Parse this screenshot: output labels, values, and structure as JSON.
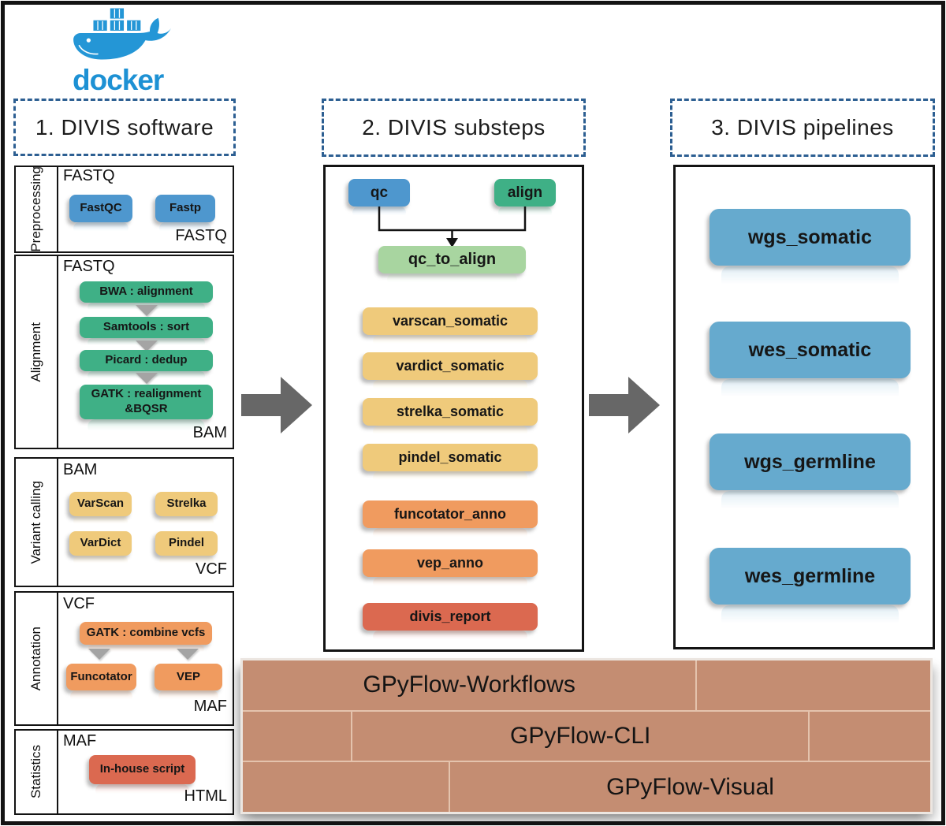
{
  "palette": {
    "docker_blue": "#2496D6",
    "dashed_border_blue": "#2D5F92",
    "tool_blue": "#4E97CE",
    "tool_green": "#3FB086",
    "tool_light_green": "#A8D5A0",
    "tool_yellow": "#EFCA7B",
    "tool_orange": "#F09B5F",
    "tool_red": "#DB6950",
    "pipeline_blue": "#66AACE",
    "gpyflow_brown": "#C48D72",
    "arrow_gray": "#676767"
  },
  "logo": {
    "wordmark": "docker"
  },
  "software": {
    "header": "1. DIVIS software",
    "panels": [
      {
        "label": "Preprocessing",
        "input": "FASTQ",
        "output": "FASTQ",
        "tools": [
          "FastQC",
          "Fastp"
        ]
      },
      {
        "label": "Alignment",
        "input": "FASTQ",
        "output": "BAM",
        "tools": [
          "BWA : alignment",
          "Samtools : sort",
          "Picard : dedup",
          "GATK : realignment &BQSR"
        ]
      },
      {
        "label": "Variant calling",
        "input": "BAM",
        "output": "VCF",
        "tools": [
          "VarScan",
          "Strelka",
          "VarDict",
          "Pindel"
        ]
      },
      {
        "label": "Annotation",
        "input": "VCF",
        "output": "MAF",
        "tools": [
          "GATK : combine vcfs",
          "Funcotator",
          "VEP"
        ]
      },
      {
        "label": "Statistics",
        "input": "MAF",
        "output": "HTML",
        "tools": [
          "In-house script"
        ]
      }
    ]
  },
  "substeps": {
    "header": "2. DIVIS substeps",
    "qc": "qc",
    "align": "align",
    "qc_to_align": "qc_to_align",
    "calling": [
      "varscan_somatic",
      "vardict_somatic",
      "strelka_somatic",
      "pindel_somatic"
    ],
    "annotation": [
      "funcotator_anno",
      "vep_anno"
    ],
    "report": "divis_report"
  },
  "pipelines": {
    "header": "3. DIVIS pipelines",
    "items": [
      "wgs_somatic",
      "wes_somatic",
      "wgs_germline",
      "wes_germline"
    ]
  },
  "gpyflow": {
    "workflows": "GPyFlow-Workflows",
    "cli": "GPyFlow-CLI",
    "visual": "GPyFlow-Visual"
  }
}
